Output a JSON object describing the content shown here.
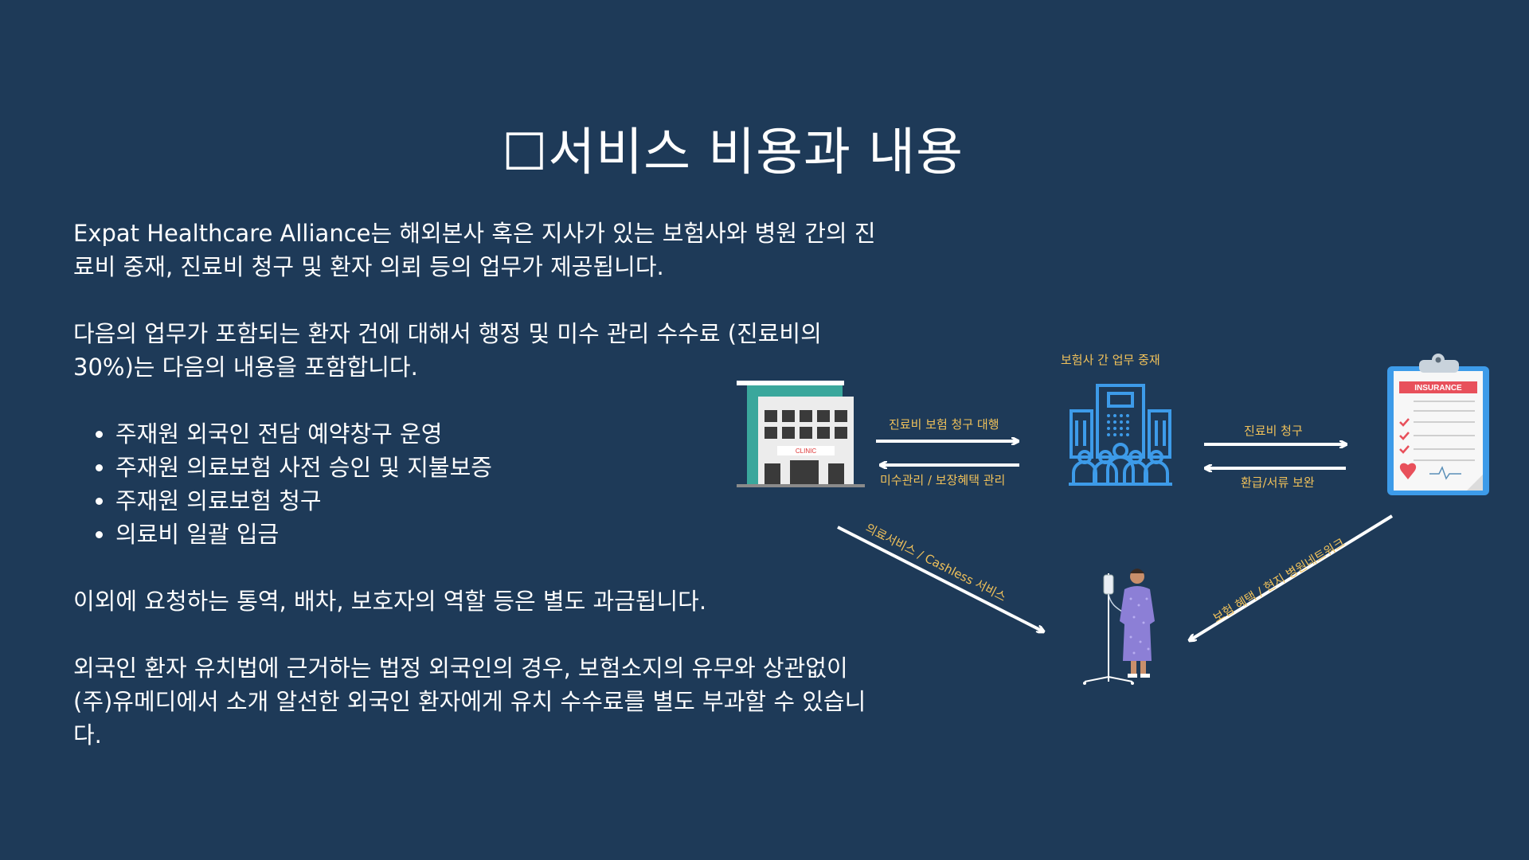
{
  "slide": {
    "title": "☐서비스 비용과 내용",
    "paragraphs": {
      "intro": "Expat Healthcare Alliance는 해외본사 혹은 지사가 있는 보험사와 병원 간의 진료비 중재, 진료비 청구 및 환자 의뢰 등의 업무가 제공됩니다.",
      "fee": "다음의 업무가 포함되는 환자 건에 대해서 행정 및 미수 관리 수수료 (진료비의 30%)는 다음의 내용을 포함합니다.",
      "extra": "이외에 요청하는 통역, 배차, 보호자의 역할 등은 별도 과금됩니다.",
      "law": "외국인 환자 유치법에 근거하는 법정 외국인의 경우, 보험소지의 유무와 상관없이 (주)유메디에서 소개 알선한 외국인 환자에게 유치 수수료를 별도 부과할 수 있습니다."
    },
    "bullets": [
      "주재원 외국인 전담 예약창구 운영",
      "주재원 의료보험 사전 승인 및 지불보증",
      "주재원 의료보험 청구",
      "의료비 일괄 입금"
    ]
  },
  "diagram": {
    "center_label": "보험사 간 업무 중재",
    "clinic_sign": "CLINIC",
    "insurance_label": "INSURANCE",
    "arrows": {
      "to_center": "진료비 보험 청구 대행",
      "to_clinic": "미수관리 / 보장혜택 관리",
      "to_insurer": "진료비 청구",
      "to_center_from_insurer": "환급/서류 보완",
      "clinic_to_patient": "의료서비스 / Cashless 서비스",
      "insurer_to_patient": "보험 혜택 / 현지 병원네트워크"
    },
    "colors": {
      "background": "#1e3a58",
      "label": "#f0c15a",
      "icon_blue": "#3d9be9",
      "arrow": "#ffffff"
    },
    "icons": {
      "clinic": "clinic-building-icon",
      "center": "office-building-people-icon",
      "insurer": "insurance-clipboard-icon",
      "patient": "patient-iv-icon"
    }
  }
}
